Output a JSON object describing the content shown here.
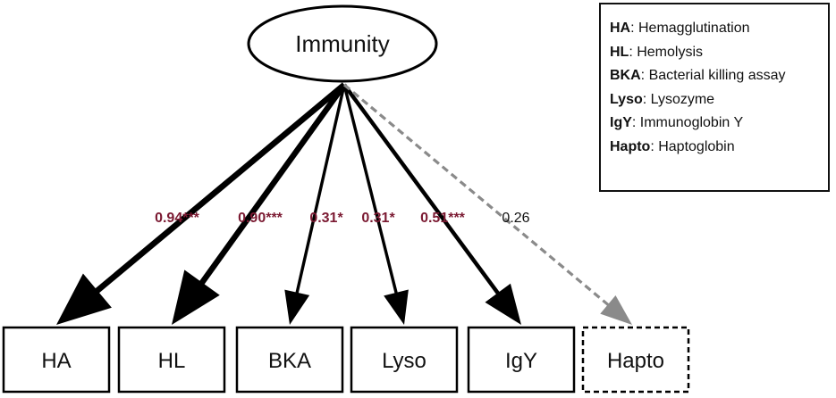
{
  "latent": {
    "label": "Immunity"
  },
  "indicators": [
    {
      "id": "HA",
      "label": "HA",
      "coef": "0.94***",
      "significant": true,
      "strength": 0.94
    },
    {
      "id": "HL",
      "label": "HL",
      "coef": "0.90***",
      "significant": true,
      "strength": 0.9
    },
    {
      "id": "BKA",
      "label": "BKA",
      "coef": "0.31*",
      "significant": true,
      "strength": 0.31
    },
    {
      "id": "Lyso",
      "label": "Lyso",
      "coef": "0.31*",
      "significant": true,
      "strength": 0.31
    },
    {
      "id": "IgY",
      "label": "IgY",
      "coef": "0.51***",
      "significant": true,
      "strength": 0.51
    },
    {
      "id": "Hapto",
      "label": "Hapto",
      "coef": "0.26",
      "significant": false,
      "strength": 0.26
    }
  ],
  "legend": [
    {
      "abbr": "HA",
      "sep": ": ",
      "full": "Hemagglutination"
    },
    {
      "abbr": "HL",
      "sep": ": ",
      "full": "Hemolysis"
    },
    {
      "abbr": "BKA",
      "sep": ": ",
      "full": "Bacterial killing assay"
    },
    {
      "abbr": "Lyso",
      "sep": ": ",
      "full": "Lysozyme"
    },
    {
      "abbr": "IgY",
      "sep": ": ",
      "full": "Immunoglobin Y"
    },
    {
      "abbr": "Hapto",
      "sep": ": ",
      "full": "Haptoglobin"
    }
  ],
  "colors": {
    "significant_coef": "#7b1a32",
    "nonsignificant_coef": "#111111",
    "path": "#000000",
    "nonsignificant_path": "#8a8a8a"
  }
}
